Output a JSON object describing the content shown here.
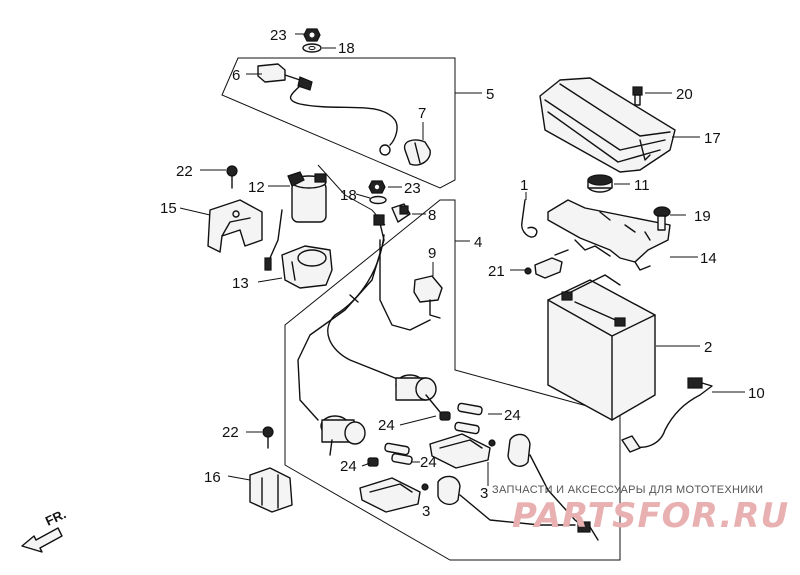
{
  "diagram": {
    "callouts": {
      "c23a": "23",
      "c18a": "18",
      "c6": "6",
      "c5": "5",
      "c7": "7",
      "c20": "20",
      "c17": "17",
      "c22a": "22",
      "c12": "12",
      "c18b": "18",
      "c23b": "23",
      "c8": "8",
      "c4": "4",
      "c1": "1",
      "c11": "11",
      "c15": "15",
      "c19": "19",
      "c9": "9",
      "c14": "14",
      "c21": "21",
      "c13": "13",
      "c2": "2",
      "c10": "10",
      "c24a": "24",
      "c22b": "22",
      "c24b": "24",
      "c24c": "24",
      "c24d": "24",
      "c3a": "3",
      "c16": "16",
      "c3b": "3"
    },
    "direction_label": "FR.",
    "watermark": {
      "text": "ЗАПЧАСТИ И АКСЕССУАРЫ ДЛЯ МОТОТЕХНИКИ",
      "logo": "PARTSFOR.RU"
    }
  }
}
